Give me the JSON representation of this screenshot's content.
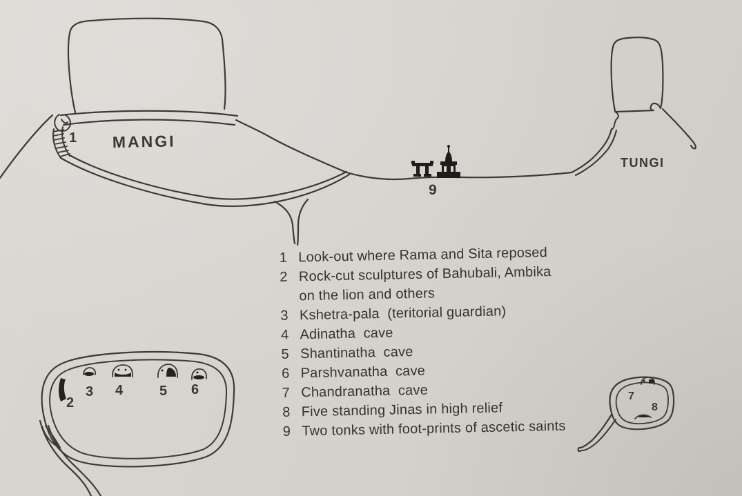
{
  "page": {
    "description": "Hand-drawn sketch map of the Mangi and Tungi hills with numbered sites and a legend",
    "paper_color": "#d6d3ce",
    "ink_color": "#3a3834"
  },
  "map": {
    "labels": {
      "mangi": "MANGI",
      "tungi": "TUNGI"
    },
    "numbers": {
      "n1": "1",
      "n2": "2",
      "n3": "3",
      "n4": "4",
      "n5": "5",
      "n6": "6",
      "n7": "7",
      "n8": "8",
      "n9": "9"
    },
    "icons": [
      "tonk-torana-icon",
      "tonk-shrine-icon",
      "steps-hatching",
      "cave-mark"
    ]
  },
  "legend": {
    "items": [
      {
        "num": "1",
        "text": "Look-out where Rama and Sita reposed"
      },
      {
        "num": "2",
        "text": "Rock-cut sculptures of Bahubali, Ambika"
      },
      {
        "num": "",
        "text": "on the lion and others"
      },
      {
        "num": "3",
        "text": "Kshetra-pala  (teritorial guardian)"
      },
      {
        "num": "4",
        "text": "Adinatha  cave"
      },
      {
        "num": "5",
        "text": "Shantinatha  cave"
      },
      {
        "num": "6",
        "text": "Parshvanatha  cave"
      },
      {
        "num": "7",
        "text": "Chandranatha  cave"
      },
      {
        "num": "8",
        "text": "Five standing Jinas in high relief"
      },
      {
        "num": "9",
        "text": "Two tonks with foot-prints of ascetic saints"
      }
    ]
  }
}
